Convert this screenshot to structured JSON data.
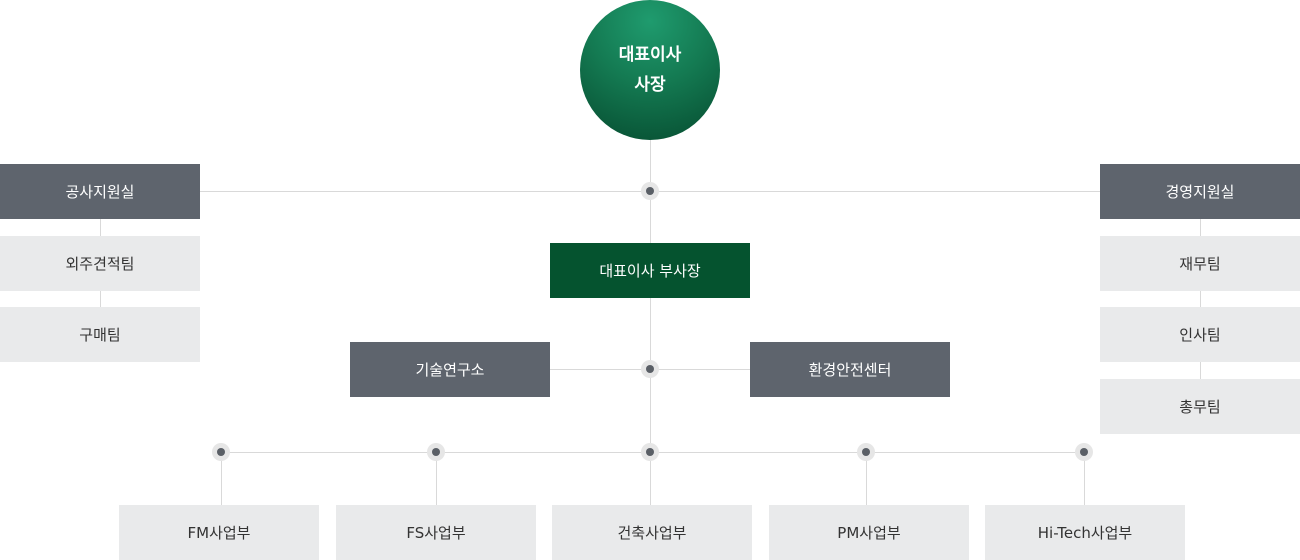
{
  "ceo": {
    "line1": "대표이사",
    "line2": "사장"
  },
  "left_group": {
    "head": "공사지원실",
    "teams": [
      "외주견적팀",
      "구매팀"
    ]
  },
  "right_group": {
    "head": "경영지원실",
    "teams": [
      "재무팀",
      "인사팀",
      "총무팀"
    ]
  },
  "vice_president": "대표이사 부사장",
  "mid_units": {
    "left": "기술연구소",
    "right": "환경안전센터"
  },
  "divisions": [
    "FM사업부",
    "FS사업부",
    "건축사업부",
    "PM사업부",
    "Hi-Tech사업부"
  ],
  "colors": {
    "green": "#05532f",
    "dark": "#5e646d",
    "light": "#e9eaeb",
    "line": "#d9d9d9"
  }
}
